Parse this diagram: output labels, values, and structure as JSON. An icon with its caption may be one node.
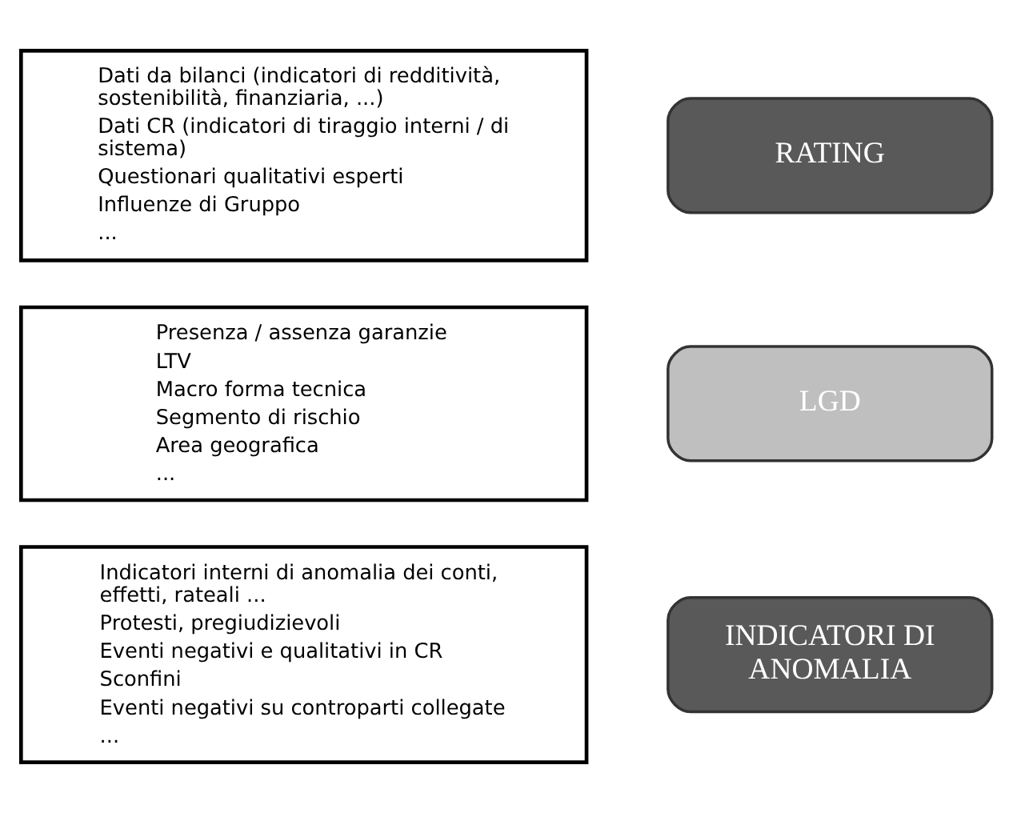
{
  "diagram": {
    "nodes": [
      {
        "text": [
          "Dati da bilanci (indicatori di redditività, sostenibilità, finanziaria, ...)",
          "Dati CR (indicatori di tiraggio interni / di sistema)",
          "Questionari qualitativi esperti",
          "Influenze di Gruppo",
          "..."
        ]
      },
      {
        "text": [
          "RATING"
        ]
      },
      {
        "text": [
          "Presenza / assenza garanzie",
          "LTV",
          "Macro forma tecnica",
          "Segmento di rischio",
          "Area geografica",
          "..."
        ]
      },
      {
        "text": [
          "LGD"
        ]
      },
      {
        "text": [
          "Indicatori interni di anomalia dei conti, effetti, rateali ...",
          "Protesti, pregiudizievoli",
          "Eventi negativi e qualitativi in CR",
          "Sconfini",
          "Eventi negativi su controparti collegate",
          "..."
        ]
      },
      {
        "text": [
          "INDICATORI DI ANOMALIA"
        ]
      }
    ],
    "edges": []
  }
}
